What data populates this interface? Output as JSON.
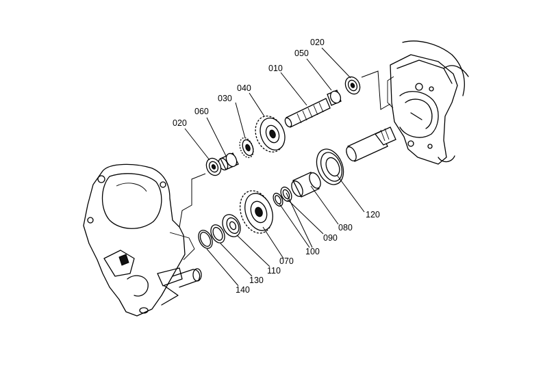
{
  "diagram": {
    "callouts": [
      {
        "id": "c020a",
        "label": "020"
      },
      {
        "id": "c050",
        "label": "050"
      },
      {
        "id": "c010",
        "label": "010"
      },
      {
        "id": "c040",
        "label": "040"
      },
      {
        "id": "c030",
        "label": "030"
      },
      {
        "id": "c060",
        "label": "060"
      },
      {
        "id": "c020b",
        "label": "020"
      },
      {
        "id": "c120",
        "label": "120"
      },
      {
        "id": "c080",
        "label": "080"
      },
      {
        "id": "c090",
        "label": "090"
      },
      {
        "id": "c100",
        "label": "100"
      },
      {
        "id": "c070",
        "label": "070"
      },
      {
        "id": "c110",
        "label": "110"
      },
      {
        "id": "c130",
        "label": "130"
      },
      {
        "id": "c140",
        "label": "140"
      }
    ]
  }
}
